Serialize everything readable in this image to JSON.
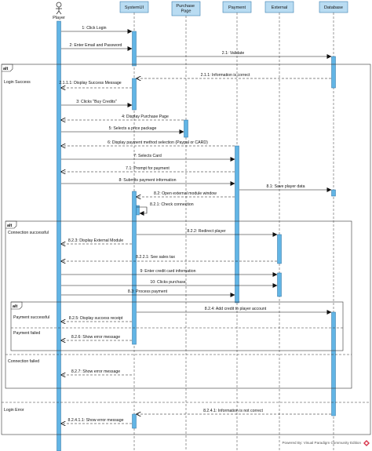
{
  "actor": "Player",
  "lifelines": [
    {
      "id": "systemui",
      "label": "SystemUI"
    },
    {
      "id": "purchase",
      "label": "Purchase Page"
    },
    {
      "id": "payment",
      "label": "Payment"
    },
    {
      "id": "external",
      "label": "External"
    },
    {
      "id": "database",
      "label": "Database"
    }
  ],
  "messages": [
    {
      "id": "m1",
      "label": "1: Click Login"
    },
    {
      "id": "m2",
      "label": "2: Enter Email and Password"
    },
    {
      "id": "m3",
      "label": "2.1: Validate"
    },
    {
      "id": "m4",
      "label": "2.1.1: Information is correct"
    },
    {
      "id": "m5",
      "label": "2.1.1.1: Display Success Message"
    },
    {
      "id": "m6",
      "label": "3: Clicks \"Buy Credits\""
    },
    {
      "id": "m7",
      "label": "4: Display Purchase Page"
    },
    {
      "id": "m8",
      "label": "5: Selects a price package"
    },
    {
      "id": "m9",
      "label": "6: Display payment method selection (Paypal or CARD)"
    },
    {
      "id": "m10",
      "label": "7: Selects Card"
    },
    {
      "id": "m11",
      "label": "7.1: Prompt for payment"
    },
    {
      "id": "m12",
      "label": "8: Submits payment information"
    },
    {
      "id": "m13",
      "label": "8.1: Save player data"
    },
    {
      "id": "m14",
      "label": "8.2: Open external module window"
    },
    {
      "id": "m15",
      "label": "8.2.1: Check connection"
    },
    {
      "id": "m16",
      "label": "8.2.2: Redirect player"
    },
    {
      "id": "m17",
      "label": "8.2.3: Display External Module"
    },
    {
      "id": "m18",
      "label": "8.2.2.1: See sales tax"
    },
    {
      "id": "m19",
      "label": "9: Enter credit card information"
    },
    {
      "id": "m20",
      "label": "10: Clicks purchase"
    },
    {
      "id": "m21",
      "label": "8.3: Process payment"
    },
    {
      "id": "m22",
      "label": "8.2.4: Add credit to player account"
    },
    {
      "id": "m23",
      "label": "8.2.5: Display success receipt"
    },
    {
      "id": "m24",
      "label": "8.2.6: Show error message"
    },
    {
      "id": "m25",
      "label": "8.2.7: Show error message"
    },
    {
      "id": "m26",
      "label": "8.2.4.1: Information is not correct"
    },
    {
      "id": "m27",
      "label": "8.2.4.1.1: Show error message"
    }
  ],
  "frames": {
    "alt_label": "alt",
    "login_success": "Login Success",
    "login_error": "Login Error",
    "connection_successful": "Connection successful",
    "connection_failed": "Connection failed",
    "payment_successful": "Payment successful",
    "payment_failed": "Payment failed"
  },
  "footer": "Powered By: Visual Paradigm Community Edition",
  "colors": {
    "lifeline_box": "#b9dcf2",
    "activation": "#62b5e5",
    "frame_stroke": "#333333"
  }
}
